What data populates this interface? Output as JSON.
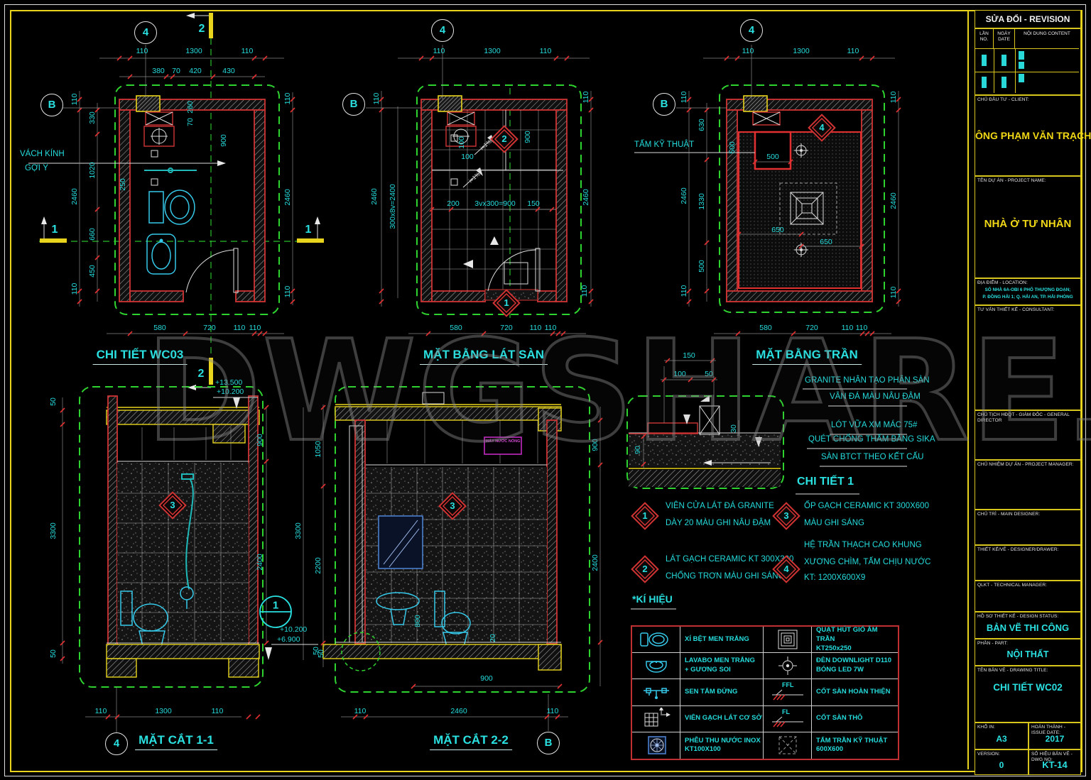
{
  "watermark": {
    "main": "DWGSHARE",
    "ext": ".com"
  },
  "callouts": {
    "c1": "1",
    "c2": "2",
    "c3": "3",
    "c4": "4",
    "bubble4": "4",
    "bubbleB": "B",
    "sec1": "1",
    "sec2": "2"
  },
  "plan1": {
    "title": "CHI TIẾT WC03",
    "top_dims": [
      "110",
      "1300",
      "110"
    ],
    "sub_dims": [
      "380",
      "70",
      "420",
      "430"
    ],
    "left_outer": [
      "110",
      "2460",
      "110"
    ],
    "left_inner": [
      "330",
      "1020",
      "660",
      "450"
    ],
    "d250": "250",
    "d70": "70",
    "d260": "260",
    "d900": "900",
    "right_dims": [
      "110",
      "2460",
      "110"
    ],
    "bottom_dims": [
      "580",
      "720",
      "110",
      "110"
    ],
    "glass1": "VÁCH KÍNH",
    "glass2": "GỢI Ý"
  },
  "plan2": {
    "title": "MẶT BẰNG LÁT SÀN",
    "top_dims": [
      "110",
      "1300",
      "110"
    ],
    "left_dims": [
      "110",
      "2460"
    ],
    "left_grid": "300x8v=2400",
    "inner": {
      "d100a": "100",
      "d100b": "100",
      "d900": "900",
      "d200": "200",
      "row": "3vx300=900",
      "d150": "150"
    },
    "slope": "i=1%",
    "right_dims": [
      "110",
      "2460",
      "110"
    ],
    "bottom_dims": [
      "580",
      "720",
      "110",
      "110"
    ]
  },
  "plan3": {
    "title": "MẶT BẰNG TRẦN",
    "tech": "TẤM KỸ THUẬT",
    "top_dims": [
      "110",
      "1300",
      "110"
    ],
    "left_outer": [
      "110",
      "2460",
      "110"
    ],
    "left_inner": [
      "630",
      "1330",
      "500"
    ],
    "d500sq": "500",
    "d500rot": "500",
    "d650a": "650",
    "d650b": "650",
    "right_dims": [
      "110",
      "2460",
      "110"
    ],
    "bottom_dims": [
      "580",
      "720",
      "110",
      "110"
    ]
  },
  "sec11": {
    "title": "MẶT CẮT 1-1",
    "lvl_top1": "+13.500",
    "lvl_top2": "+10.200",
    "left": [
      "50",
      "3300",
      "50"
    ],
    "mid1": [
      "900",
      "2400"
    ],
    "mid_3300": "3300",
    "mid2": [
      "1050",
      "2200"
    ],
    "lvl_mid1": "+10.200",
    "lvl_mid2": "+6.900",
    "d50": "50",
    "bottom": [
      "110",
      "1300",
      "110"
    ]
  },
  "sec22": {
    "title": "MẶT CẮT 2-2",
    "heater": "MÁY NƯỚC NÓNG",
    "d800": "800",
    "d20": "20",
    "d900": "900",
    "d50": "50",
    "right": [
      "900",
      "2400"
    ],
    "bottom": [
      "110",
      "2460",
      "110"
    ]
  },
  "detail": {
    "title": "CHI TIẾT 1",
    "d150": "150",
    "d100": "100",
    "d50": "50",
    "d90": "90",
    "d30": "30",
    "notes": [
      "GRANITE NHÂN TẠO PHÂN SÀN",
      "VÂN ĐÁ MÀU NÂU ĐẬM",
      "LÓT VỮA XM MÁC 75#",
      "QUÉT CHỐNG THẤM BẰNG SIKA",
      "SÀN BTCT THEO KẾT CẤU"
    ]
  },
  "legend_notes": {
    "n1": {
      "num": "1",
      "l1": "VIÊN CỬA LÁT ĐÁ GRANITE",
      "l2": "DÀY 20 MÀU GHI NÂU ĐẬM"
    },
    "n2": {
      "num": "2",
      "l1": "LÁT GẠCH CERAMIC KT 300X300",
      "l2": "CHỐNG TRƠN MÀU GHI SÁNG"
    },
    "n3": {
      "num": "3",
      "l1": "ỐP GẠCH CERAMIC KT 300X600",
      "l2": "MÀU GHI SÁNG"
    },
    "n4": {
      "num": "4",
      "l1": "HỆ TRẦN THẠCH CAO KHUNG",
      "l2": "XƯƠNG CHÌM, TẤM CHỊU NƯỚC",
      "l3": "KT: 1200X600X9"
    }
  },
  "symbols_table": {
    "heading": "*KÍ HIỆU",
    "rows": [
      {
        "t1a": "XÍ BỆT MEN TRẮNG",
        "t1b": "",
        "t2a": "QUẠT HÚT GIÓ ÂM TRẦN",
        "t2b": "KT250x250",
        "mark": ""
      },
      {
        "t1a": "LAVABO MEN TRẮNG",
        "t1b": "+ GƯƠNG SOI",
        "t2a": "ĐÈN DOWNLIGHT D110",
        "t2b": "BÓNG LED 7W",
        "mark": ""
      },
      {
        "t1a": "SEN TẮM ĐỨNG",
        "t1b": "",
        "t2a": "CỐT SÀN HOÀN THIỆN",
        "t2b": "",
        "mark": "FFL"
      },
      {
        "t1a": "VIÊN GẠCH LÁT CƠ SỞ",
        "t1b": "",
        "t2a": "CỐT SÀN THÔ",
        "t2b": "",
        "mark": "FL"
      },
      {
        "t1a": "PHỄU THU NƯỚC INOX",
        "t1b": "KT100X100",
        "t2a": "TẤM TRẦN KỸ THUẬT",
        "t2b": "600X600",
        "mark": ""
      }
    ]
  },
  "titleblock": {
    "revision_header": "SỬA ĐỔI - REVISION",
    "rev_c1": "LẦN NO.",
    "rev_c2": "NGÀY DATE",
    "rev_c3": "NỘI DUNG CONTENT",
    "client_label": "CHỦ ĐẦU TƯ - CLIENT:",
    "client_name": "ÔNG PHẠM VĂN TRẠCH",
    "project_label": "TÊN DỰ ÁN - PROJECT NAME:",
    "project_name": "NHÀ Ở TƯ NHÂN",
    "location_label": "ĐỊA ĐIỂM - LOCATION:",
    "location_line1": "SỐ NHÀ 6A-OBI 6  PHỐ THƯỢNG ĐOẠN;",
    "location_line2": "P. ĐỒNG HẢI 1; Q. HẢI AN, TP. HẢI PHÒNG",
    "consultant_label": "TƯ VẤN THIẾT KẾ - CONSULTANT:",
    "director_label": "CHỦ TỊCH HĐQT - GIÁM ĐỐC - GENERAL DIRECTOR",
    "pm_label": "CHỦ NHIỆM DỰ ÁN - PROJECT MANAGER:",
    "designer_label": "CHỦ TRÌ - MAIN DESIGNER:",
    "drawer_label": "THIẾT KẾ/VẼ - DESIGNER/DRAWER:",
    "qlkt_label": "QLKT - TECHNICAL MANAGER:",
    "status_label": "HỒ SƠ THIẾT KẾ - DESIGN STATUS:",
    "status_value": "BẢN VẼ THI CÔNG",
    "part_label": "PHẦN - PART:",
    "part_value": "NỘI THẤT",
    "dwg_title_label": "TÊN BẢN VẼ - DRAWING TITLE:",
    "dwg_title_value": "CHI TIẾT WC02",
    "size_label": "KHỔ IN:",
    "size_value": "A3",
    "date_label": "HOÀN THÀNH - ISSUE DATE:",
    "date_value": "2017",
    "version_label": "VERSION:",
    "version_value": "0",
    "dwgno_label": "SỐ HIỆU BẢN VẼ - DWG NO:",
    "dwgno_value": "KT-14"
  }
}
